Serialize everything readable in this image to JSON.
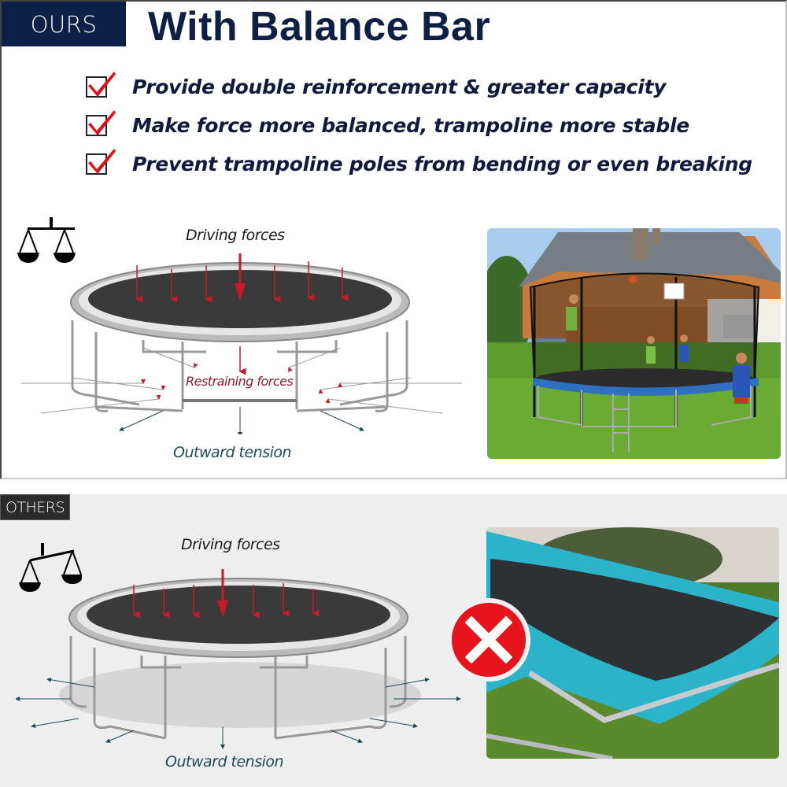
{
  "ours": {
    "badge": "OURS",
    "title": "With Balance Bar",
    "bullets": [
      {
        "icon": "checkbox-checked-icon",
        "text": "Provide double reinforcement & greater capacity"
      },
      {
        "icon": "checkbox-checked-icon",
        "text": "Make force more balanced, trampoline more stable"
      },
      {
        "icon": "checkbox-checked-icon",
        "text": "Prevent trampoline poles from bending or even breaking"
      }
    ],
    "diagram": {
      "icon": "balanced-scale-icon",
      "driving_label": "Driving forces",
      "restraining_label": "Restraining forces",
      "outward_label": "Outward tension"
    },
    "photo": {
      "description": "Backyard trampoline with blue pad and safety net, children playing basketball, house in background"
    }
  },
  "others": {
    "badge": "OTHERS",
    "diagram": {
      "icon": "unbalanced-scale-icon",
      "driving_label": "Driving forces",
      "outward_label": "Outward tension"
    },
    "bad_icon": "red-x-icon",
    "photo": {
      "description": "Broken trampoline with teal pad and collapsed bent frame on grass"
    }
  },
  "colors": {
    "navy": "#0d2148",
    "title_text": "#0d1f45",
    "check_red": "#e0101a",
    "force_red": "#c8192b",
    "tension_teal": "#1b4a5a",
    "x_red": "#e8141c",
    "others_bg": "#eeeeee"
  }
}
